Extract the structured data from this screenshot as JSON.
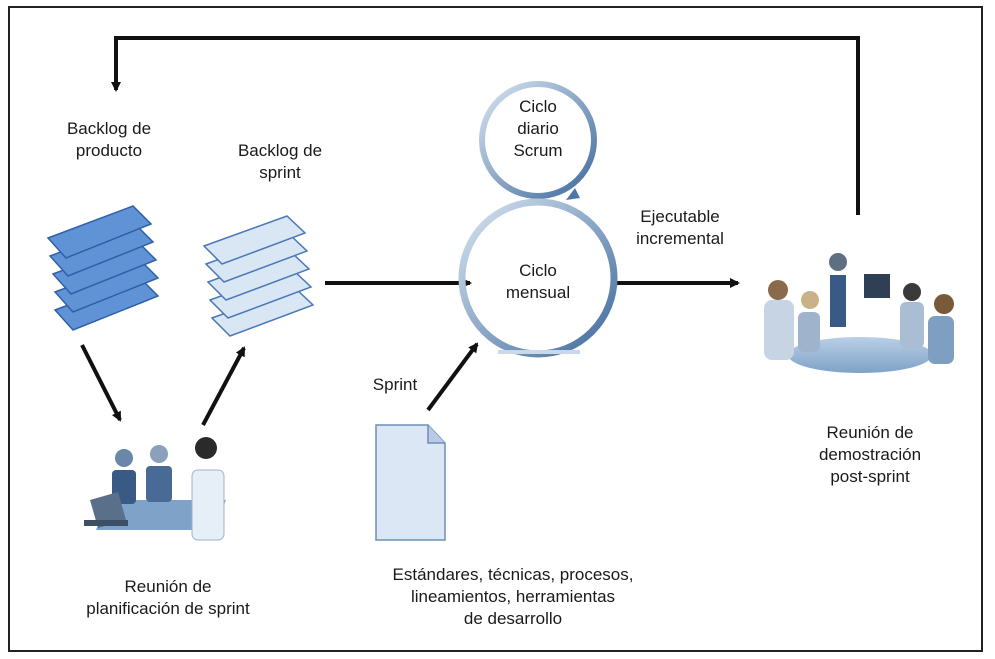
{
  "labels": {
    "product_backlog": [
      "Backlog de",
      "producto"
    ],
    "sprint_backlog": [
      "Backlog de",
      "sprint"
    ],
    "daily_cycle": [
      "Ciclo",
      "diario",
      "Scrum"
    ],
    "monthly_cycle": [
      "Ciclo",
      "mensual"
    ],
    "increment": [
      "Ejecutable",
      "incremental"
    ],
    "sprint": "Sprint",
    "planning_meeting": [
      "Reunión de",
      "planificación de sprint"
    ],
    "standards": [
      "Estándares, técnicas, procesos,",
      "lineamientos, herramientas",
      "de desarrollo"
    ],
    "demo_meeting": [
      "Reunión de",
      "demostración",
      "post-sprint"
    ]
  },
  "colors": {
    "stroke": "#111111",
    "product_sheet_fill": "#5f93d6",
    "product_sheet_edge": "#2f5fa8",
    "sprint_sheet_fill": "#d9e6f4",
    "sprint_sheet_edge": "#4a78b8",
    "loop_light": "#c9d9ea",
    "loop_dark": "#4d77a8",
    "document_fill": "#dbe7f4"
  },
  "icons": [
    "product-backlog-stack-icon",
    "sprint-backlog-stack-icon",
    "scrum-cycle-loop-icon",
    "document-icon",
    "planning-meeting-illustration",
    "demo-meeting-illustration"
  ]
}
